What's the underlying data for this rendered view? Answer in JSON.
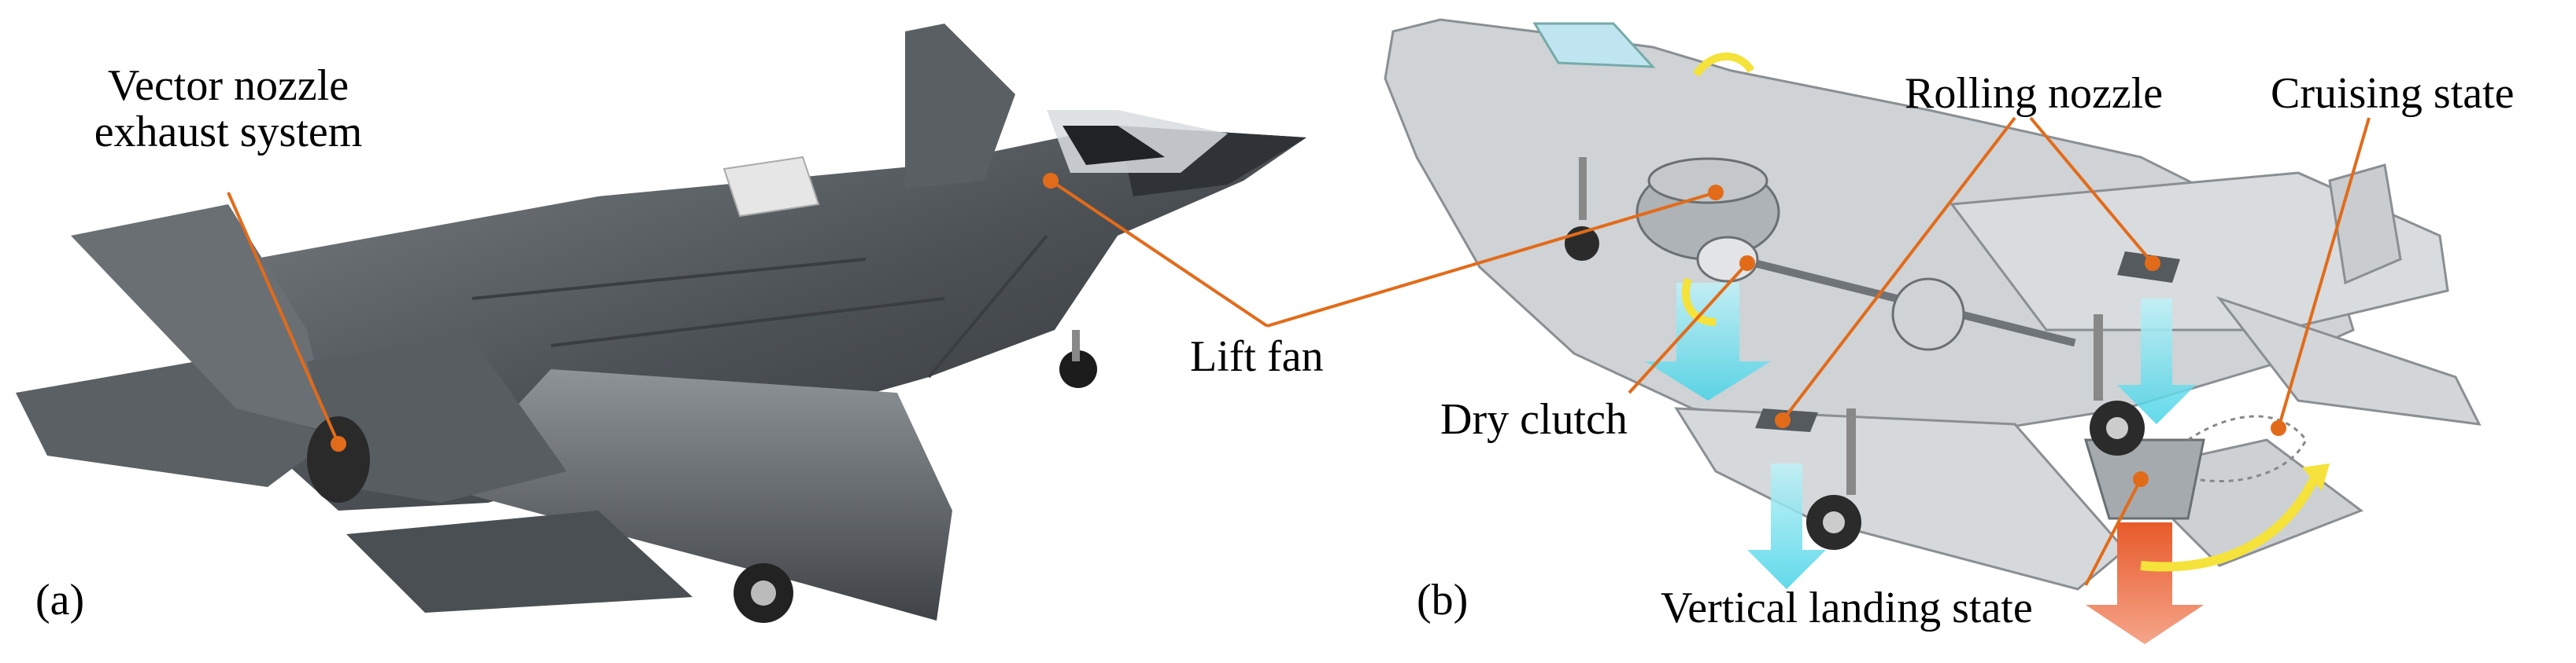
{
  "panel_a": {
    "tag": "(a)",
    "labels": {
      "vector_nozzle_line1": "Vector nozzle",
      "vector_nozzle_line2": "exhaust system",
      "lift_fan": "Lift fan"
    }
  },
  "panel_b": {
    "tag": "(b)",
    "labels": {
      "rolling_nozzle": "Rolling nozzle",
      "cruising_state": "Cruising state",
      "dry_clutch": "Dry clutch",
      "vertical_landing_state": "Vertical landing state"
    }
  },
  "colors": {
    "leader_line": "#e26b1a",
    "airflow_arrow": "#6fd9e8",
    "exhaust_arrow": "#f08a5d",
    "motion_arrow": "#f5e23a"
  }
}
